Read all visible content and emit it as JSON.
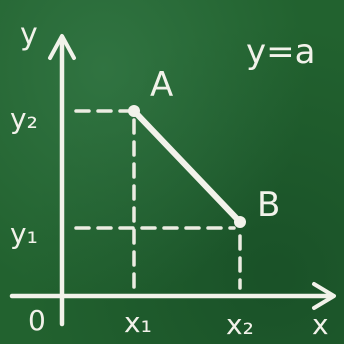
{
  "diagram": {
    "formula": "y=a",
    "axis_x_label": "x",
    "axis_y_label": "y",
    "origin_label": "0",
    "point_a_label": "A",
    "point_b_label": "B",
    "tick_x1": "x₁",
    "tick_x2": "x₂",
    "tick_y1": "y₁",
    "tick_y2": "y₂",
    "colors": {
      "board": "#22622f",
      "chalk": "#f2f2ea"
    }
  }
}
